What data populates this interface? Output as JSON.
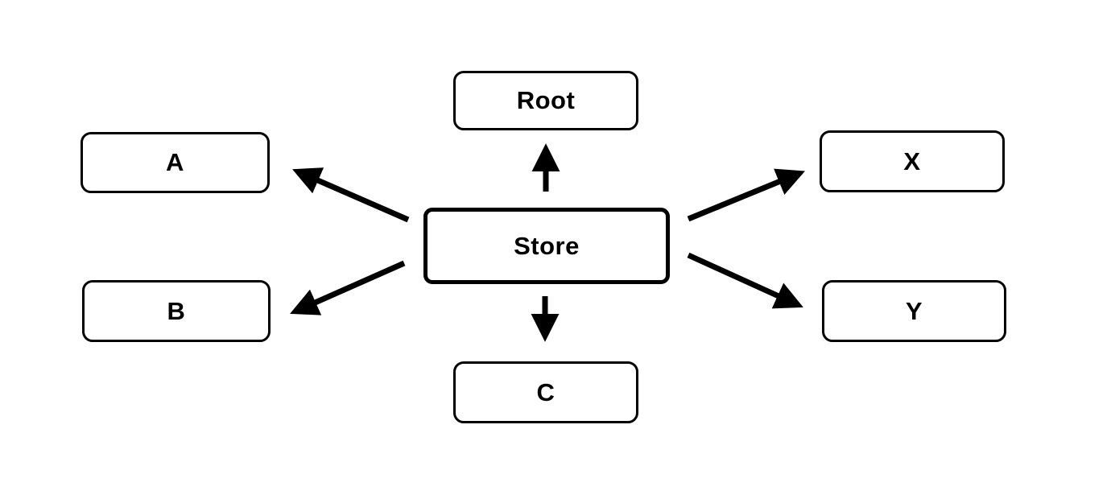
{
  "diagram": {
    "background_color": "#ffffff",
    "stroke_color": "#000000",
    "text_color": "#000000",
    "nodes": [
      {
        "id": "root",
        "label": "Root",
        "role": "satellite"
      },
      {
        "id": "a",
        "label": "A",
        "role": "satellite"
      },
      {
        "id": "x",
        "label": "X",
        "role": "satellite"
      },
      {
        "id": "store",
        "label": "Store",
        "role": "hub"
      },
      {
        "id": "b",
        "label": "B",
        "role": "satellite"
      },
      {
        "id": "y",
        "label": "Y",
        "role": "satellite"
      },
      {
        "id": "c",
        "label": "C",
        "role": "satellite"
      }
    ],
    "edges": [
      {
        "from": "store",
        "to": "root"
      },
      {
        "from": "store",
        "to": "a"
      },
      {
        "from": "store",
        "to": "b"
      },
      {
        "from": "store",
        "to": "c"
      },
      {
        "from": "store",
        "to": "x"
      },
      {
        "from": "store",
        "to": "y"
      }
    ]
  }
}
